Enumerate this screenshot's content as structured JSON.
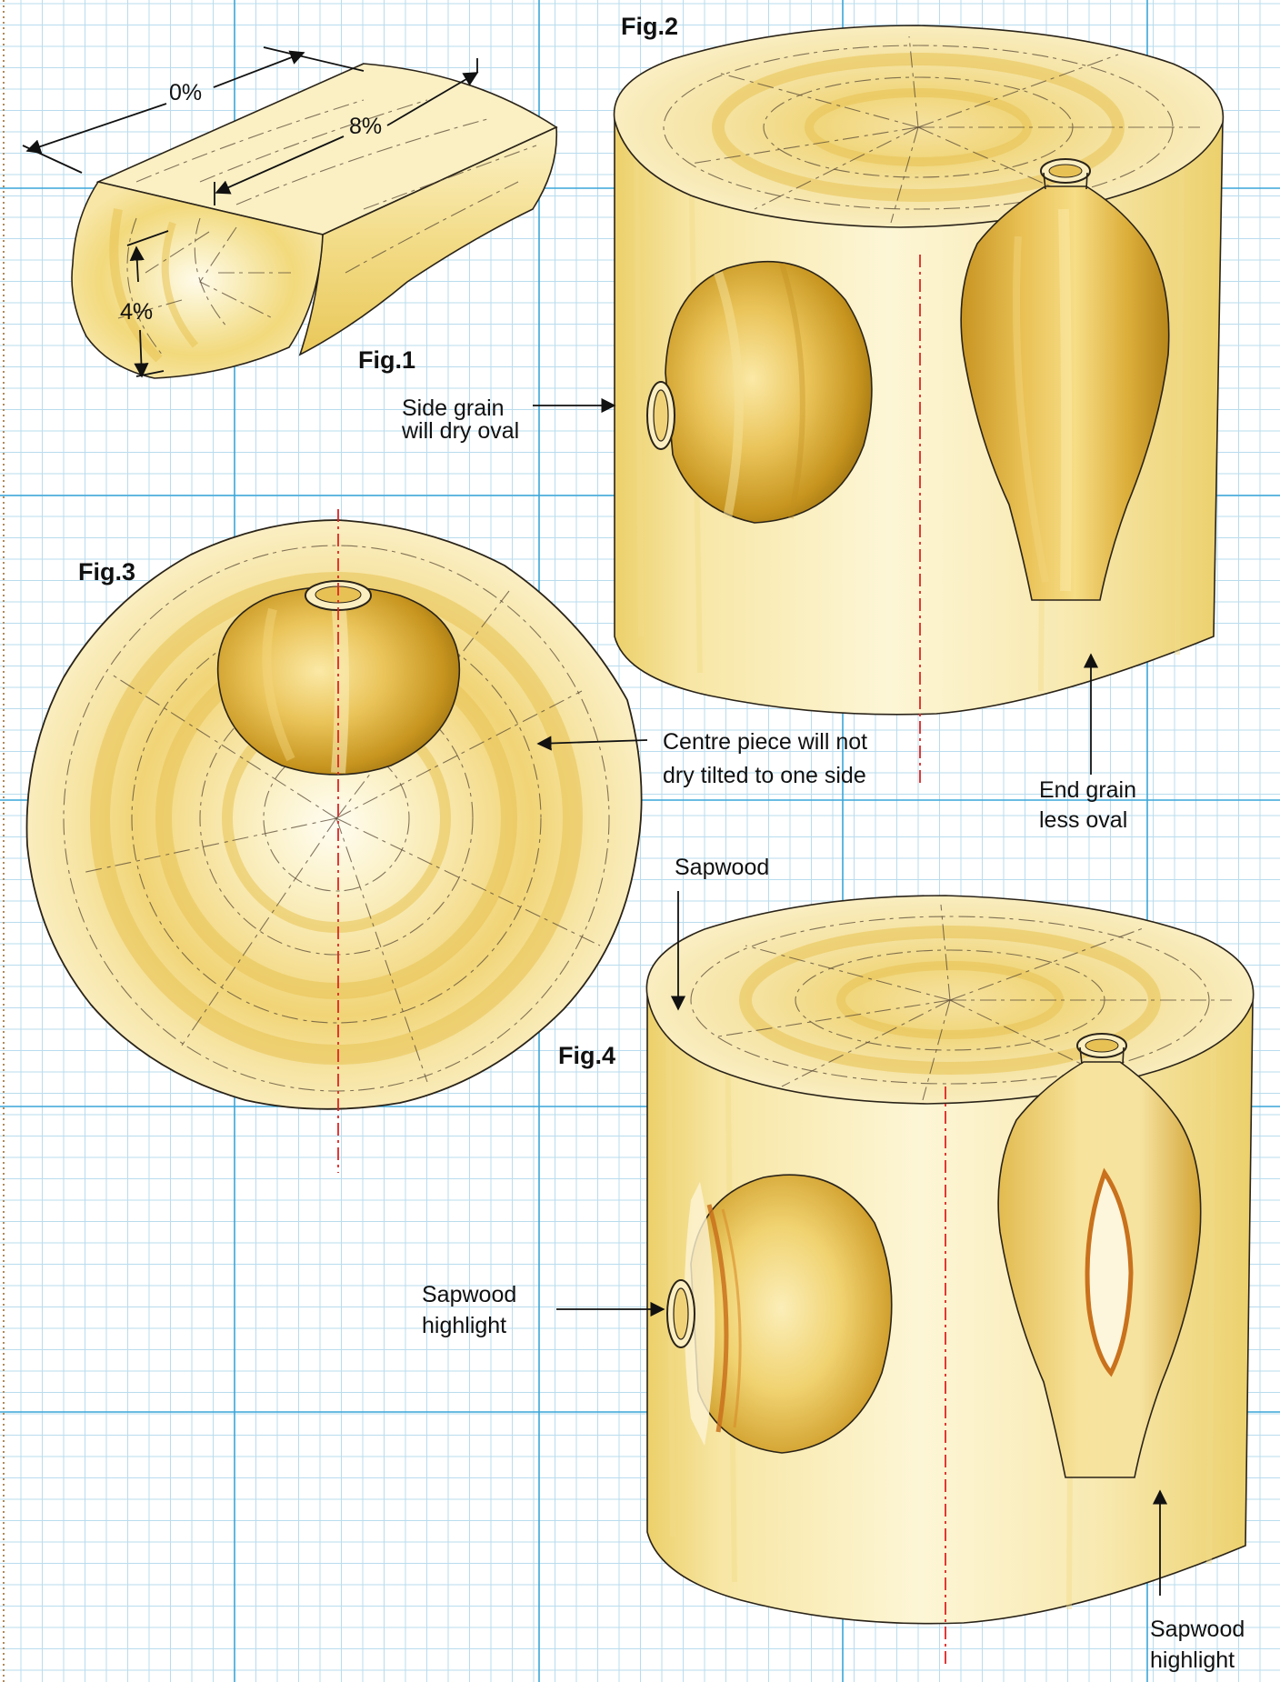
{
  "figures": {
    "fig1": "Fig.1",
    "fig2": "Fig.2",
    "fig3": "Fig.3",
    "fig4": "Fig.4"
  },
  "dimensions": {
    "length": "0%",
    "tangential": "8%",
    "radial": "4%"
  },
  "annotations": {
    "side_grain": [
      "Side grain",
      "will dry oval"
    ],
    "centre_piece": [
      "Centre piece will not",
      "dry tilted to one side"
    ],
    "end_grain": [
      "End grain",
      "less oval"
    ],
    "sapwood": "Sapwood",
    "sapwood_highlight_left": [
      "Sapwood",
      "highlight"
    ],
    "sapwood_highlight_bottom": [
      "Sapwood",
      "highlight"
    ]
  },
  "colors": {
    "wood_light": "#fbf1c4",
    "wood_mid": "#f0d87a",
    "wood_dark": "#d8a72c",
    "vessel_dark": "#b98a1c",
    "sapwood_highlight": "#c9711c",
    "grid_minor": "#b9dcee",
    "grid_major": "#3aa6d8",
    "centre_line": "#e02424"
  }
}
